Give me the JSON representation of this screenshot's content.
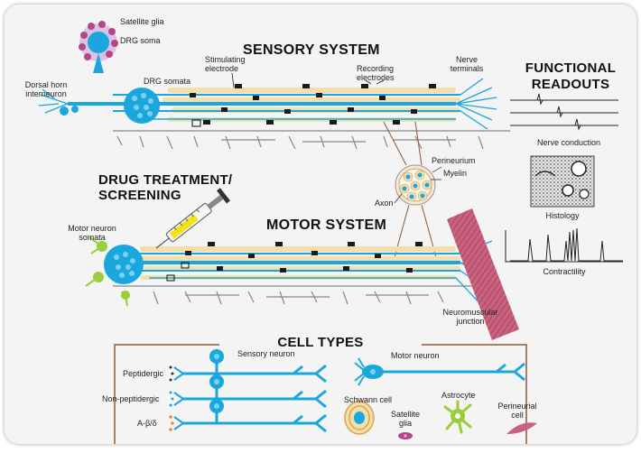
{
  "titles": {
    "sensory": "SENSORY SYSTEM",
    "motor": "MOTOR SYSTEM",
    "functional_line1": "FUNCTIONAL",
    "functional_line2": "READOUTS",
    "drug_line1": "DRUG TREATMENT/",
    "drug_line2": "SCREENING",
    "cell_types": "CELL TYPES"
  },
  "labels": {
    "satellite_glia": "Satellite glia",
    "drg_soma": "DRG soma",
    "dorsal_horn_1": "Dorsal horn",
    "dorsal_horn_2": "interneuron",
    "drg_somata": "DRG somata",
    "stimulating_1": "Stimulating",
    "stimulating_2": "electrode",
    "recording_1": "Recording",
    "recording_2": "electrodes",
    "nerve_terminals_1": "Nerve",
    "nerve_terminals_2": "terminals",
    "perineurium": "Perineurium",
    "myelin": "Myelin",
    "axon": "Axon",
    "motor_neuron_1": "Motor neuron",
    "motor_neuron_2": "somata",
    "nmj_1": "Neuromuscular",
    "nmj_2": "junction",
    "nerve_conduction": "Nerve conduction",
    "histology": "Histology",
    "contractility": "Contractility"
  },
  "cell_types": {
    "sensory_neuron": "Sensory neuron",
    "peptidergic": "Peptidergic",
    "non_peptidergic": "Non-peptidergic",
    "a_beta_delta": "A-β/δ",
    "motor_neuron": "Motor neuron",
    "schwann_cell": "Schwann cell",
    "satellite_glia_1": "Satellite",
    "satellite_glia_2": "glia",
    "astrocyte": "Astrocyte",
    "perineurial_1": "Perineurial",
    "perineurial_2": "cell"
  },
  "colors": {
    "axon_blue": "#1aa7dd",
    "myelin_tan": "#f3dfae",
    "electrode_black": "#1a1a1a",
    "muscle_pink": "#c9627d",
    "glia_green": "#9ccd3a",
    "syringe_yellow": "#f3e21a",
    "box_brown": "#8a5a3a"
  }
}
